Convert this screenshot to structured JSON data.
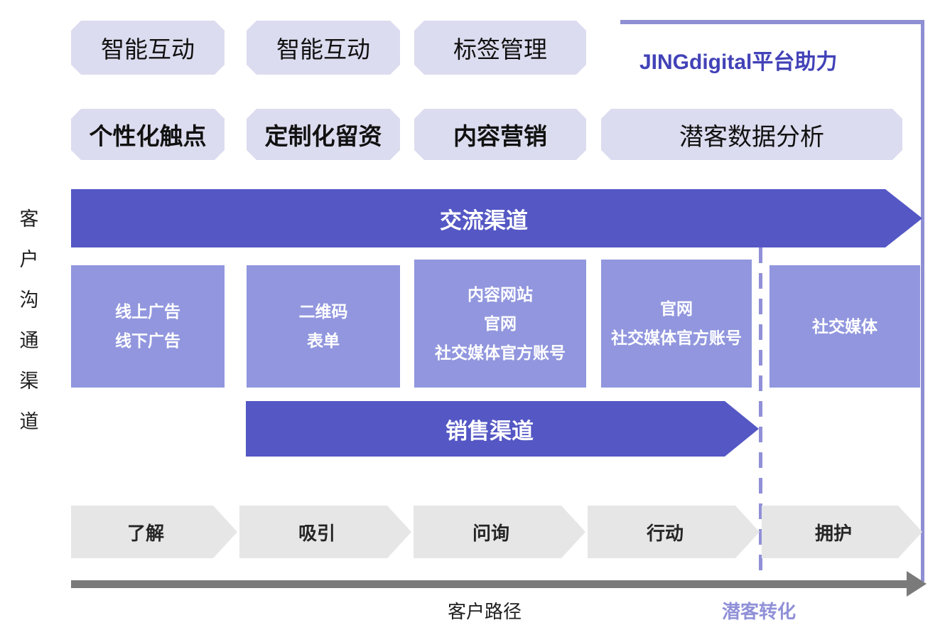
{
  "diagram": {
    "side_label": "客户沟通渠道",
    "side_label_chars": [
      "客",
      "户",
      "沟",
      "通",
      "渠",
      "道"
    ],
    "platform_callout": "JINGdigital平台助力",
    "capability_rows": [
      {
        "row": 1,
        "items": [
          {
            "label": "智能互动"
          },
          {
            "label": "智能互动"
          },
          {
            "label": "标签管理"
          }
        ]
      },
      {
        "row": 2,
        "items": [
          {
            "label": "个性化触点"
          },
          {
            "label": "定制化留资"
          },
          {
            "label": "内容营销"
          },
          {
            "label": "潜客数据分析"
          }
        ]
      }
    ],
    "bands": [
      {
        "name": "communication-channel-band",
        "label": "交流渠道"
      },
      {
        "name": "sales-channel-band",
        "label": "销售渠道"
      }
    ],
    "channel_cards": [
      {
        "lines": [
          "线上广告",
          "线下广告"
        ]
      },
      {
        "lines": [
          "二维码",
          "表单"
        ]
      },
      {
        "lines": [
          "内容网站",
          "官网",
          "社交媒体官方账号"
        ]
      },
      {
        "lines": [
          "官网",
          "社交媒体官方账号"
        ]
      },
      {
        "lines": [
          "社交媒体"
        ]
      }
    ],
    "journey_stages": [
      {
        "label": "了解"
      },
      {
        "label": "吸引"
      },
      {
        "label": "问询"
      },
      {
        "label": "行动"
      },
      {
        "label": "拥护"
      }
    ],
    "axis": {
      "label": "客户路径",
      "accent_label": "潜客转化"
    },
    "colors": {
      "pill_bg": "#dcdcf0",
      "band_blue": "#5457c4",
      "card_purple": "#9196de",
      "chevron_gray": "#e6e6e6",
      "accent_purple": "#9090d8",
      "brand_blue": "#4242b8",
      "axis_gray": "#7a7a7a"
    }
  }
}
